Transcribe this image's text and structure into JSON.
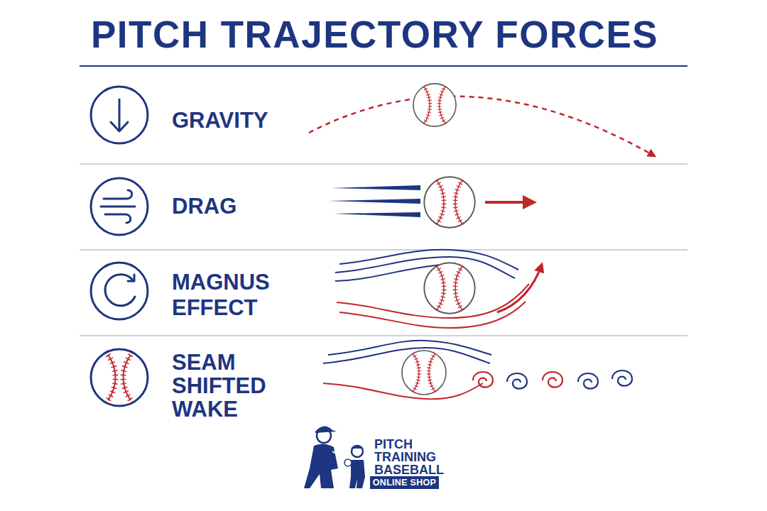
{
  "diagram": {
    "title": "PITCH TRAJECTORY FORCES",
    "nodes": [
      {
        "text": [
          "ONLINE SHOP"
        ]
      }
    ],
    "labels": [
      "GRAVITY",
      "DRAG",
      "MAGNUS EFFECT",
      "SEAM SHIFTED WAKE",
      "PITCH TRAINING BASEBALL"
    ]
  }
}
